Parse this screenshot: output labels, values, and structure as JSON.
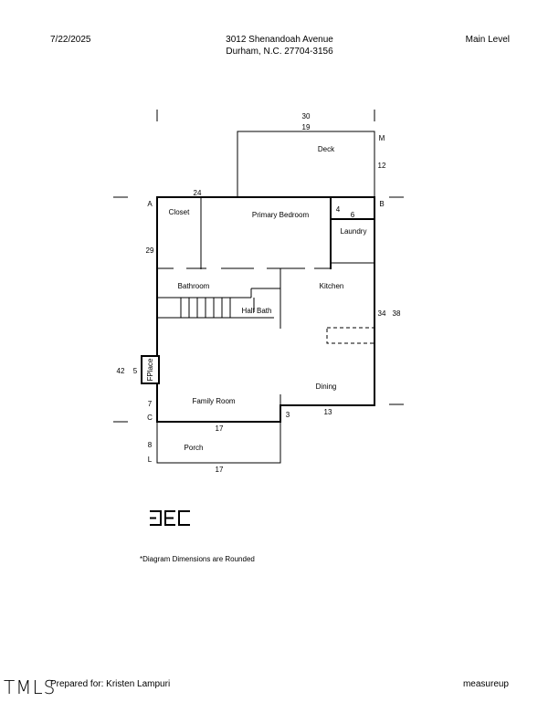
{
  "header": {
    "date": "7/22/2025",
    "address_line1": "3012 Shenandoah Avenue",
    "address_line2": "Durham, N.C. 27704-3156",
    "level": "Main Level"
  },
  "rooms": {
    "deck": "Deck",
    "closet": "Closet",
    "primary_bedroom": "Primary Bedroom",
    "laundry": "Laundry",
    "bathroom": "Bathroom",
    "kitchen": "Kitchen",
    "half_bath": "Half Bath",
    "fplace": "FPlace",
    "dining": "Dining",
    "family_room": "Family Room",
    "porch": "Porch"
  },
  "dimensions": {
    "top_30": "30",
    "deck_19": "19",
    "deck_12": "12",
    "top_24": "24",
    "laundry_4": "4",
    "laundry_6": "6",
    "left_29": "29",
    "right_34": "34",
    "right_38": "38",
    "left_42": "42",
    "left_5": "5",
    "left_7": "7",
    "porch_17_top": "17",
    "step_3": "3",
    "dining_13": "13",
    "porch_8": "8",
    "porch_17_bottom": "17"
  },
  "markers": {
    "a": "A",
    "b": "B",
    "c": "C",
    "l": "L",
    "m": "M"
  },
  "note": "*Diagram Dimensions are Rounded",
  "footer": {
    "prepared_for": "Prepared for: Kristen Lampuri",
    "brand": "measureup",
    "mls_logo": "TMLS"
  },
  "logo": {
    "icon": "dec-logo-icon"
  }
}
